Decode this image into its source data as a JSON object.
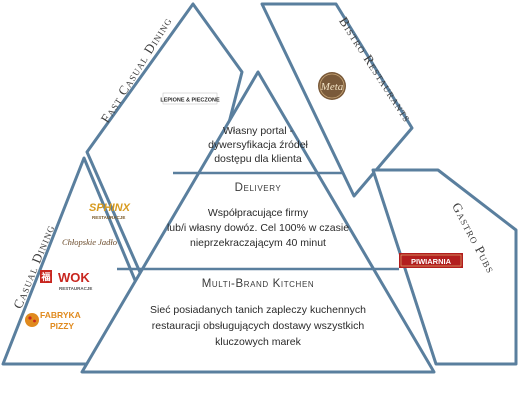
{
  "categories": {
    "fast_casual": "Fast Casual Dining",
    "bistro": "Bistro Restaurants",
    "casual": "Casual Dining",
    "gastro": "Gastro Pubs"
  },
  "tiers": {
    "top": {
      "lines": [
        "Własny portal -",
        "dywersyfikacja źródeł",
        "dostępu dla klienta"
      ]
    },
    "middle": {
      "title": "Delivery",
      "lines": [
        "Współpracujące firmy",
        "lub/i własny dowóz. Cel 100% w czasie",
        "nieprzekraczającym 40 minut"
      ]
    },
    "bottom": {
      "title": "Multi-Brand Kitchen",
      "lines": [
        "Sieć posiadanych tanich zapleczy kuchennych",
        "restauracji obsługujących dostawy wszystkich",
        "kluczowych marek"
      ]
    }
  },
  "logos": {
    "lepione": "LEPIONE & PIECZONE",
    "meta": "Meta",
    "sphinx": "SPHINX",
    "sphinx_sub": "RESTAURACJE",
    "chlopskie": "Chłopskie Jadło",
    "wok": "WOK",
    "wok_sub": "RESTAURACJE",
    "fabryka_1": "FABRYKA",
    "fabryka_2": "PIZZY",
    "piwiarnia": "PIWIARNIA"
  },
  "colors": {
    "outline": "#5a7f9e",
    "sphinx": "#d79a1f",
    "wok": "#c8261f",
    "fabryka": "#e08a1e",
    "piwiarnia": "#b21e1e",
    "meta": "#7a5a3a"
  }
}
